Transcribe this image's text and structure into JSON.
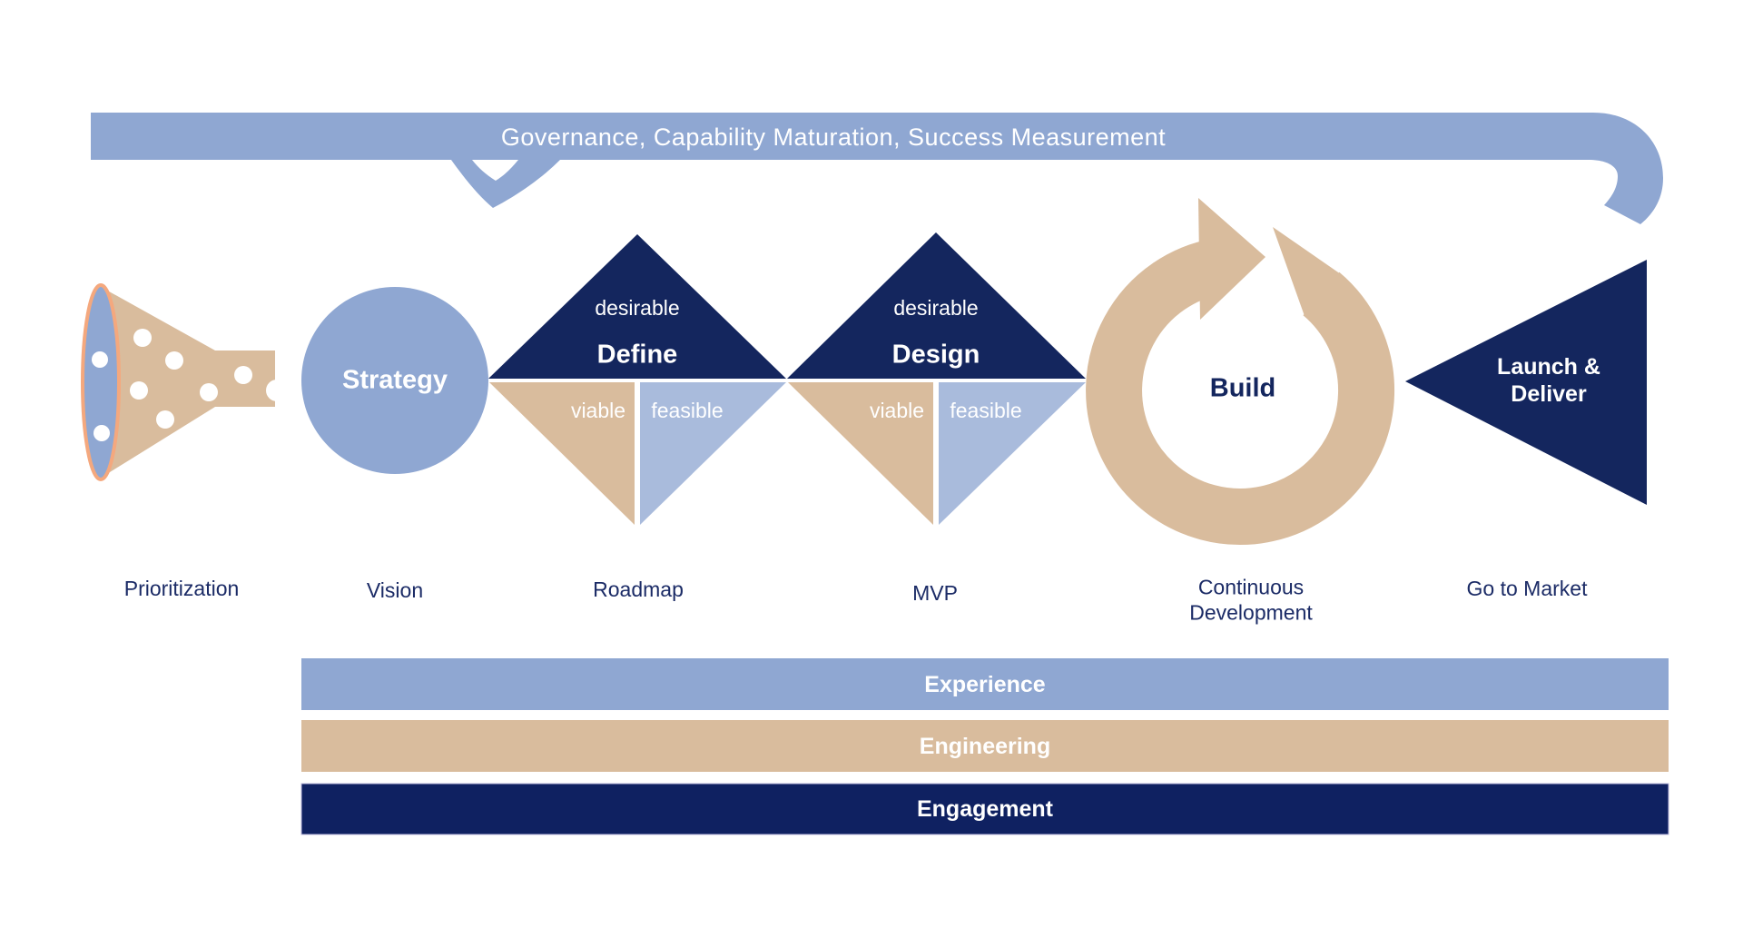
{
  "banner": {
    "title": "Governance, Capability Maturation, Success Measurement"
  },
  "stages": {
    "prioritization": {
      "label": "Prioritization"
    },
    "strategy": {
      "shape_text": "Strategy",
      "label": "Vision"
    },
    "define": {
      "top": "desirable",
      "title": "Define",
      "bottom_left": "viable",
      "bottom_right": "feasible",
      "label": "Roadmap"
    },
    "design": {
      "top": "desirable",
      "title": "Design",
      "bottom_left": "viable",
      "bottom_right": "feasible",
      "label": "MVP"
    },
    "build": {
      "title": "Build",
      "label": "Continuous Development"
    },
    "launch": {
      "title": "Launch & Deliver",
      "label": "Go to Market"
    }
  },
  "tracks": {
    "experience": "Experience",
    "engineering": "Engineering",
    "engagement": "Engagement"
  },
  "colors": {
    "blue": "#8FA7D2",
    "light_blue": "#A9BBDC",
    "navy": "#14265E",
    "navy_bar": "#0F2161",
    "tan": "#D9BC9D",
    "funnel_rim": "#F4A87E",
    "label_text": "#1B2B66",
    "white": "#FFFFFF"
  }
}
